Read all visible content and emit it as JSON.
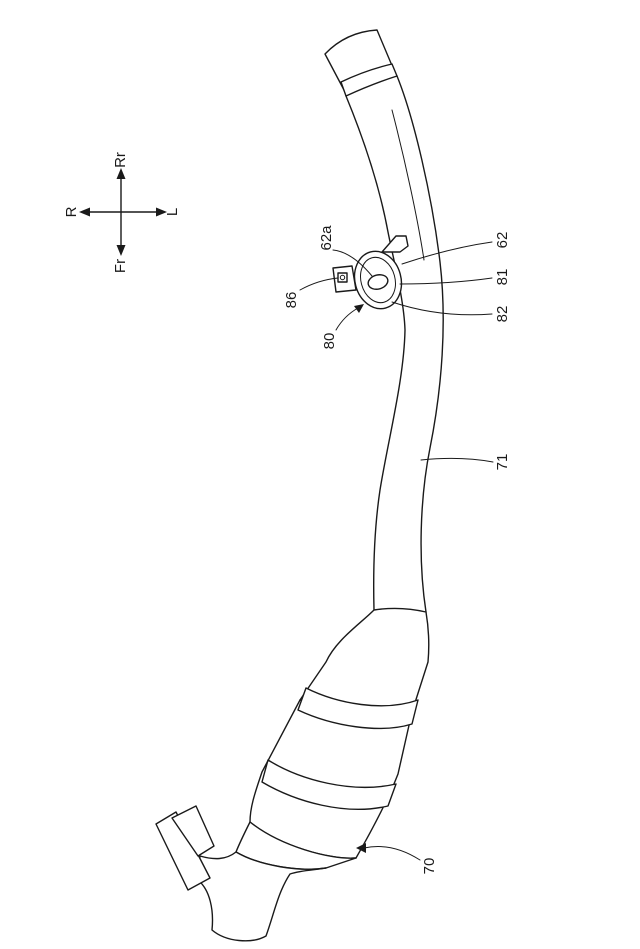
{
  "compass": {
    "rear": "Rr",
    "right": "R",
    "left": "L",
    "front": "Fr"
  },
  "callouts": {
    "c62a": "62a",
    "c62": "62",
    "c81": "81",
    "c82": "82",
    "c86": "86",
    "c80": "80",
    "c71": "71",
    "c70": "70"
  }
}
